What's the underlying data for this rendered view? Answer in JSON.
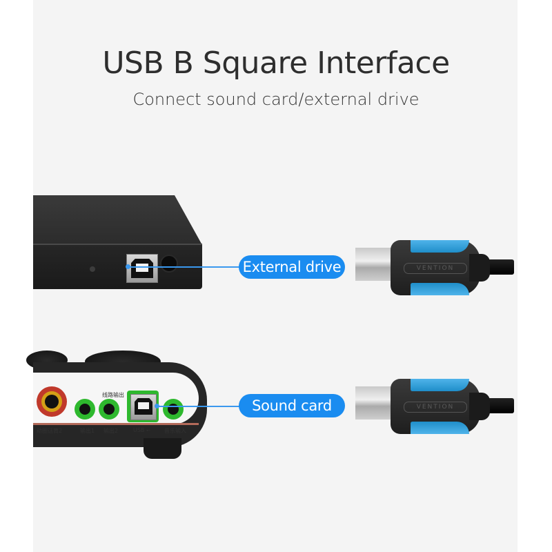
{
  "header": {
    "title": "USB B Square Interface",
    "subtitle": "Connect sound card/external drive"
  },
  "callouts": [
    {
      "label": "External drive",
      "color": "#1a8cf0"
    },
    {
      "label": "Sound card",
      "color": "#1a8cf0"
    }
  ],
  "cable": {
    "brand": "VENTION",
    "accent_color": "#2a9ad8"
  },
  "sound_card": {
    "labels": {
      "mic2": "动圈话筒2",
      "out1": "输出1",
      "out2": "输出2",
      "line_out": "线路输出",
      "usb": "USB ⭠",
      "music_in": "音乐输入"
    }
  },
  "colors": {
    "background": "#f4f4f4",
    "margin": "#ffffff",
    "title_text": "#2e2e2e",
    "pill": "#1a8cf0"
  }
}
